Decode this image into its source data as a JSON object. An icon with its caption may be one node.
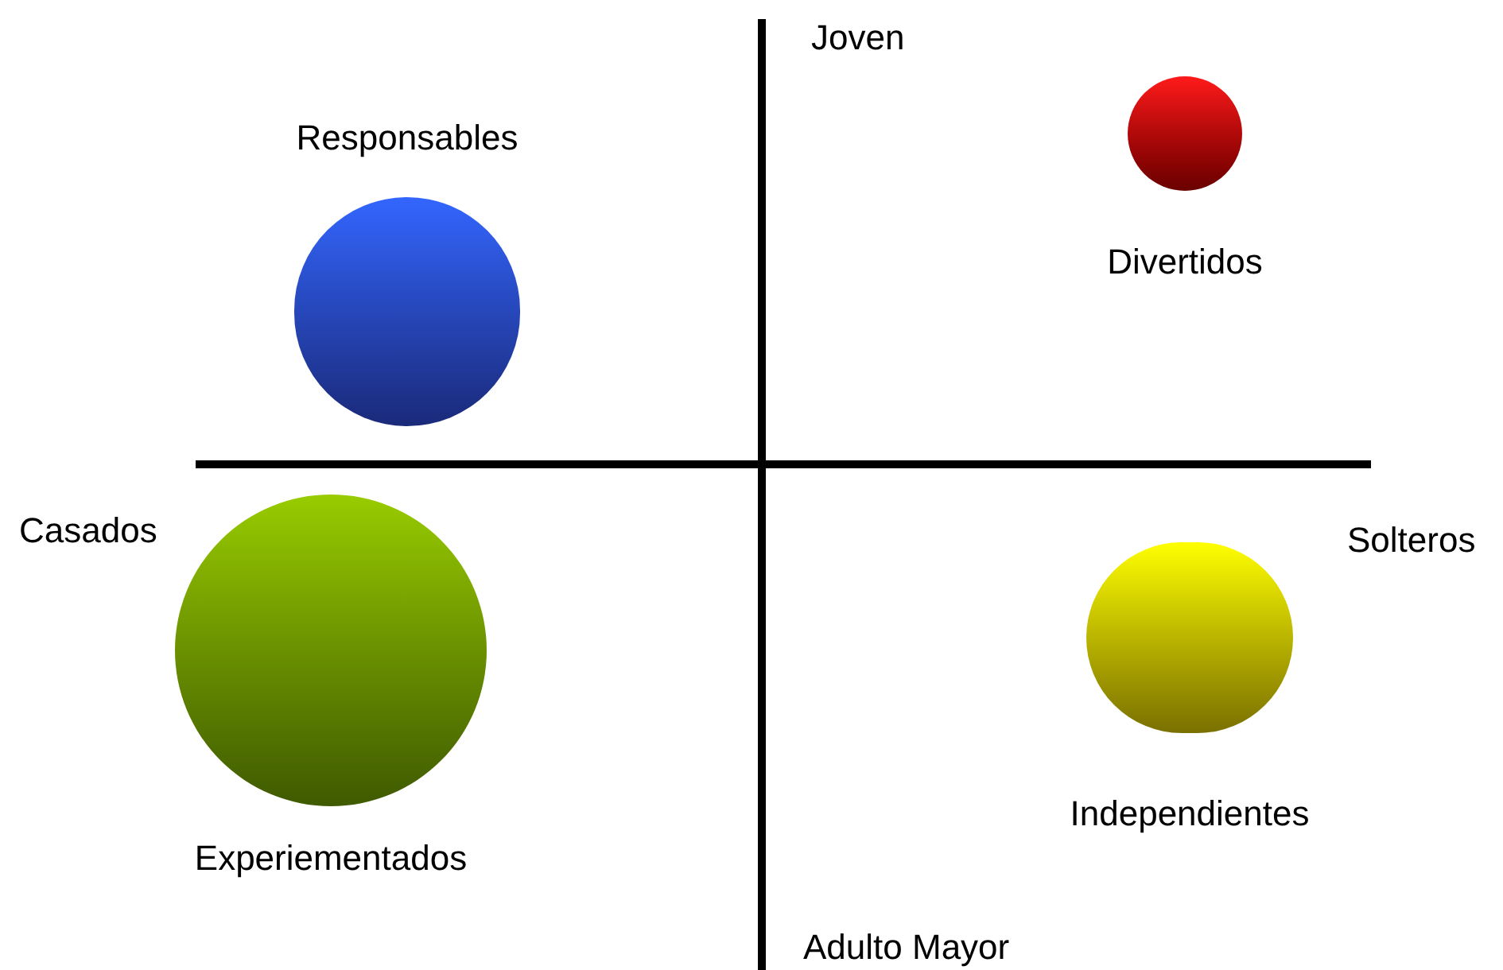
{
  "diagram": {
    "nodes": [
      {
        "text": [
          "Responsables"
        ]
      },
      {
        "text": [
          "Divertidos"
        ]
      },
      {
        "text": [
          "Experiementados"
        ]
      },
      {
        "text": [
          "Independientes"
        ]
      }
    ],
    "labels": [
      "Joven",
      "Casados",
      "Solteros",
      "Adulto Mayor"
    ]
  }
}
